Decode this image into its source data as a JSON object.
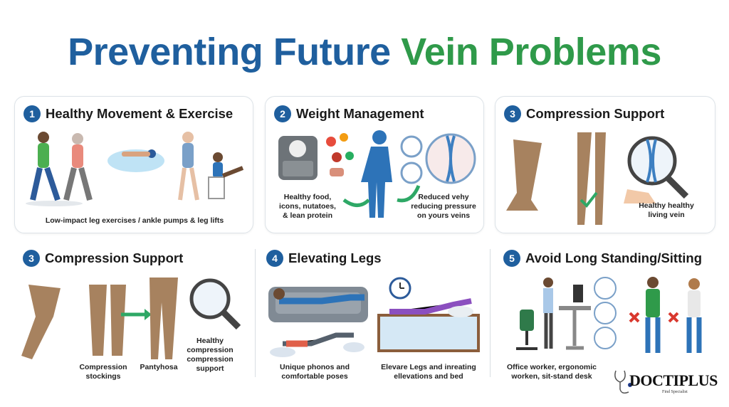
{
  "title": {
    "part1": "Preventing Future",
    "part2": "Vein Problems"
  },
  "colors": {
    "title_blue": "#1f5f9e",
    "title_green": "#2f9a4a",
    "badge": "#1f5f9e"
  },
  "sections": [
    {
      "number": "1",
      "heading": "Healthy Movement & Exercise",
      "captions": [
        "Low-impact leg exercises / ankle pumps & leg lifts"
      ]
    },
    {
      "number": "2",
      "heading": "Weight Management",
      "captions": [
        "Healthy food, icons, nutatoes, & lean protein",
        "Reduced vehy reducing pressure on yours veins"
      ]
    },
    {
      "number": "3",
      "heading": "Compression Support",
      "captions": [
        "Healthy healthy living vein"
      ]
    },
    {
      "number": "3",
      "heading": "Compression Support",
      "captions": [
        "Compression stockings",
        "Pantyhosa",
        "Healthy compression compression support"
      ]
    },
    {
      "number": "4",
      "heading": "Elevating Legs",
      "captions": [
        "Unique phonos and comfortable poses",
        "Elevare Legs and inreating ellevations and bed"
      ]
    },
    {
      "number": "5",
      "heading": "Avoid Long Standing/Sitting",
      "captions": [
        "Office worker, ergonomic worken, sit-stand desk"
      ]
    }
  ],
  "logo": {
    "name": "DOCTIPLUS",
    "tagline": "Find Specialist"
  }
}
